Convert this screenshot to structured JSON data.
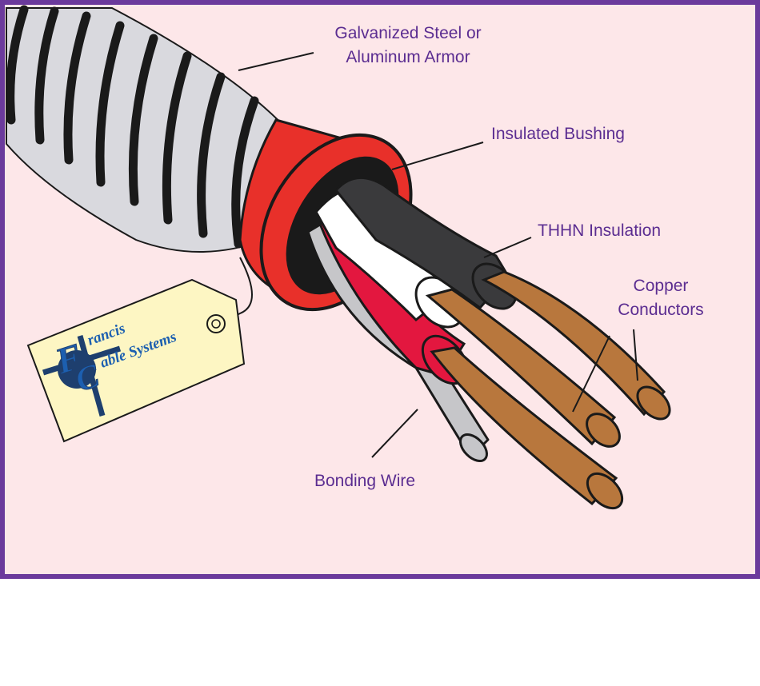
{
  "colors": {
    "frame": "#6b3a9c",
    "background": "#fde7e9",
    "label_text": "#5b2d91",
    "armor_fill": "#d9d9de",
    "armor_groove": "#1a1a1a",
    "bushing": "#e8302a",
    "black_insulation": "#3a3a3c",
    "white_insulation": "#ffffff",
    "red_insulation": "#e3173f",
    "bonding_wire": "#c6c6c9",
    "copper": "#b8773d",
    "tag_fill": "#fdf6c3",
    "logo_blue": "#1c5fb0",
    "logo_dark": "#1e3f6e"
  },
  "labels": {
    "armor_line1": "Galvanized Steel or",
    "armor_line2": "Aluminum Armor",
    "bushing": "Insulated Bushing",
    "insulation": "THHN Insulation",
    "copper_line1": "Copper",
    "copper_line2": "Conductors",
    "bonding": "Bonding Wire"
  },
  "tag": {
    "logo_initials_f": "F",
    "logo_initials_c": "C",
    "line1": "rancis",
    "line2": "able Systems"
  }
}
